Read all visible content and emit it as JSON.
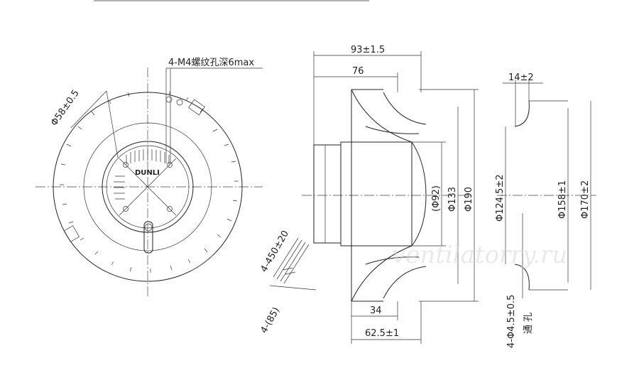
{
  "front_view": {
    "thread_note": "4-M4螺纹孔深6max",
    "hub_diameter": "Φ58±0.5",
    "brand": "DUNLI",
    "cable_length": "4-450±20",
    "cable_angle": "4-(85)"
  },
  "side_view": {
    "overall_depth": "93±1.5",
    "body_depth": "76",
    "dia_inner": "(Φ92)",
    "dia_mid": "Φ133",
    "dia_outer": "Φ190",
    "base_depth": "34",
    "wheel_depth": "62.5±1"
  },
  "inlet_ring": {
    "ring_depth": "14±2",
    "dia_throat": "Φ124.5±2",
    "dia_mid": "Φ158±1",
    "dia_outer": "Φ170±2",
    "holes": "4-Φ4.5±0.5",
    "holes_type": "通 孔"
  },
  "watermark": "ventilatorry.ru"
}
